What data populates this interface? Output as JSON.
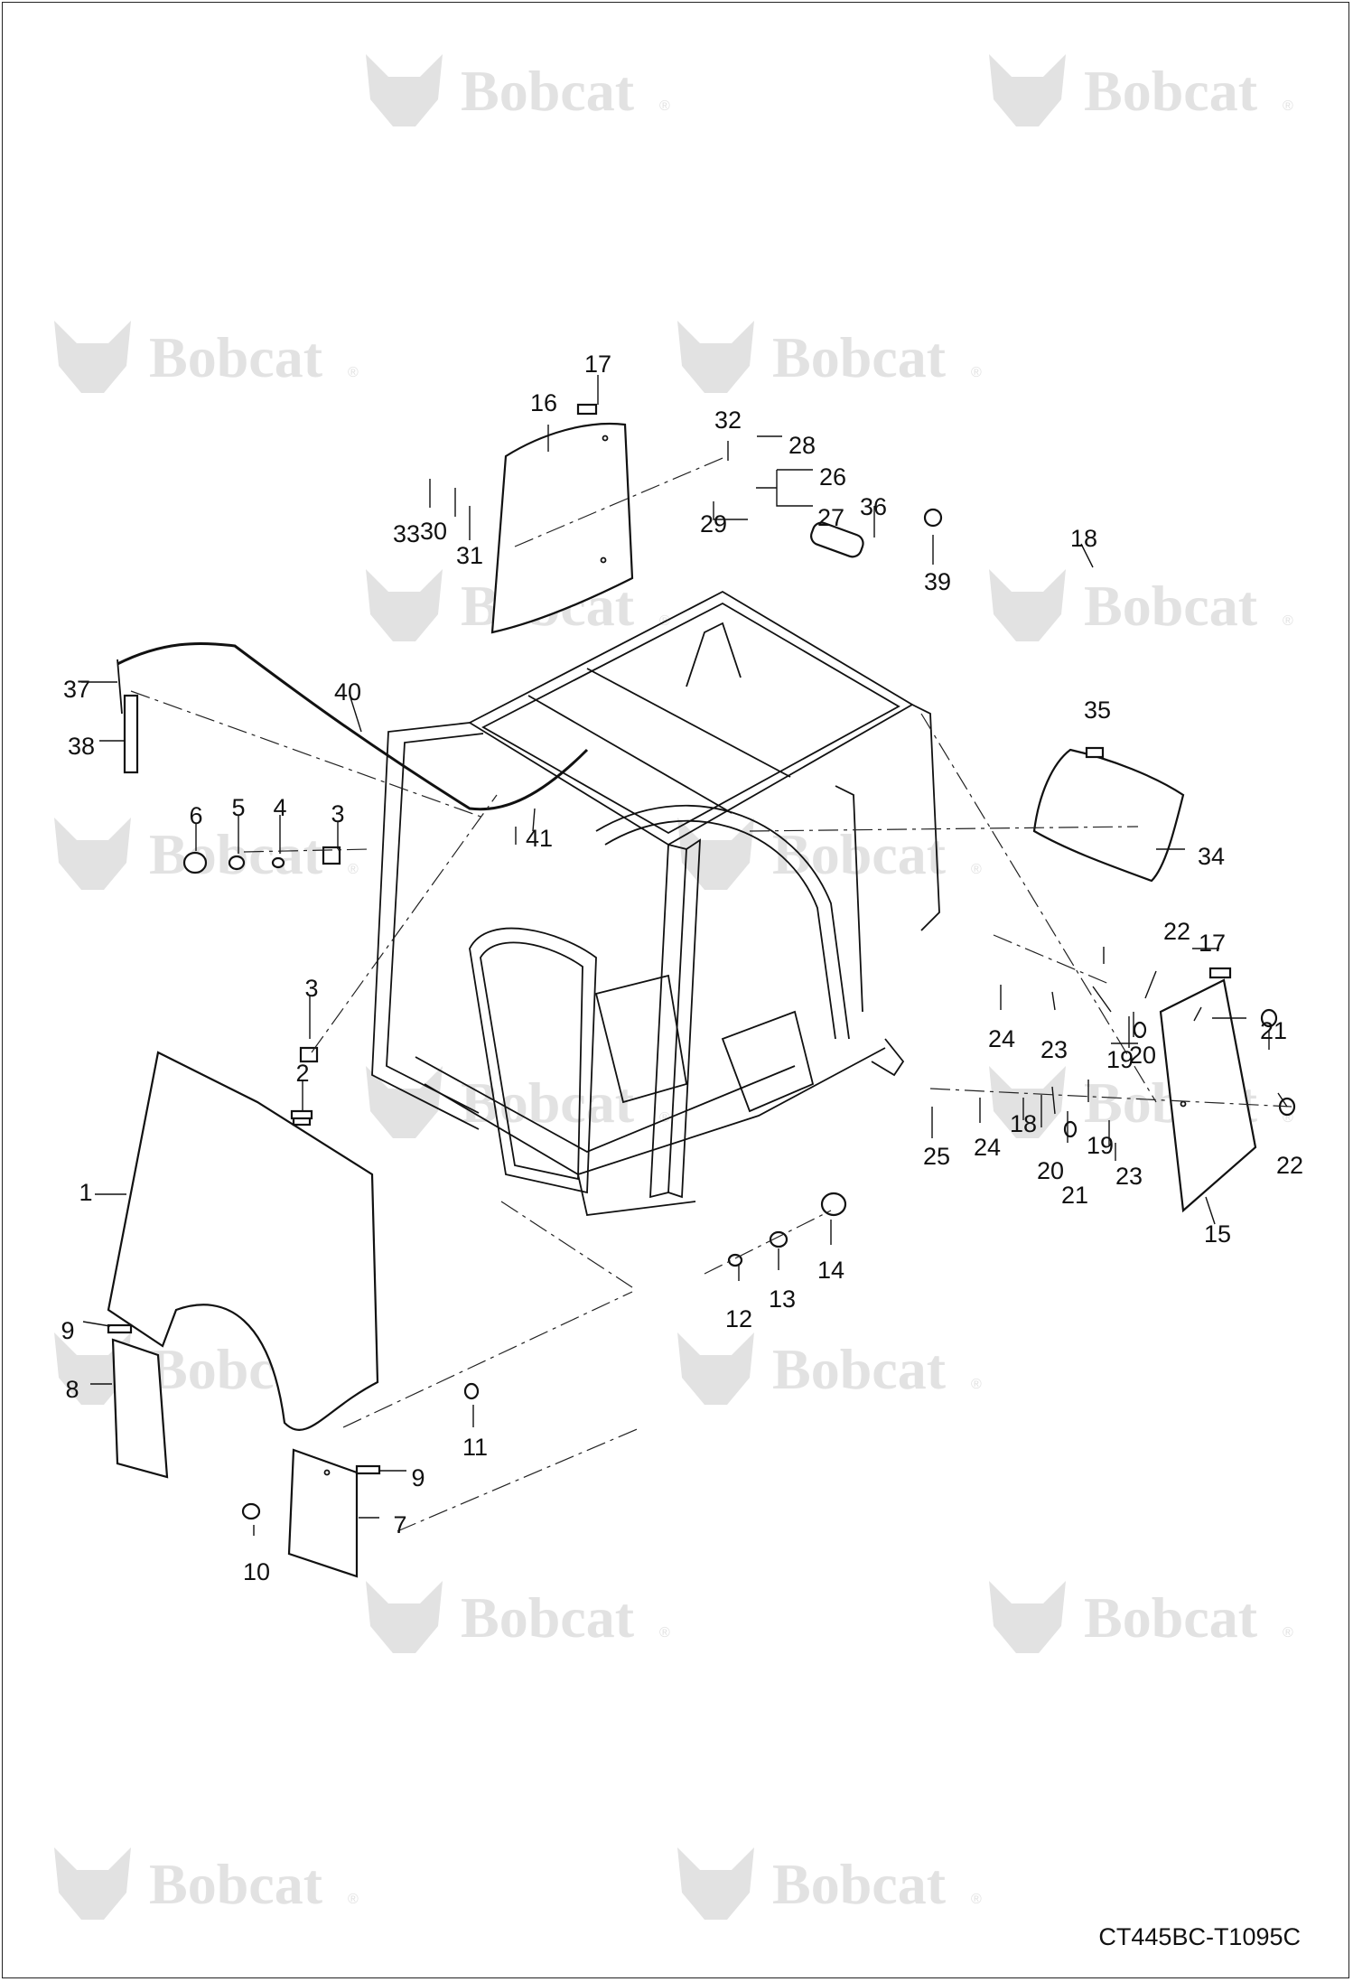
{
  "document_code": "CT445BC-T1095C",
  "watermark": {
    "text": "Bobcat",
    "reg": "®",
    "brand_color": "#e2e2e2"
  },
  "callouts": [
    "1",
    "2",
    "3",
    "3",
    "4",
    "5",
    "6",
    "7",
    "8",
    "9",
    "9",
    "10",
    "11",
    "12",
    "13",
    "14",
    "15",
    "16",
    "17",
    "17",
    "18",
    "18",
    "19",
    "19",
    "20",
    "20",
    "21",
    "21",
    "22",
    "22",
    "23",
    "23",
    "24",
    "24",
    "25",
    "26",
    "27",
    "28",
    "29",
    "30",
    "31",
    "32",
    "33",
    "34",
    "35",
    "36",
    "37",
    "38",
    "39",
    "40",
    "41"
  ]
}
